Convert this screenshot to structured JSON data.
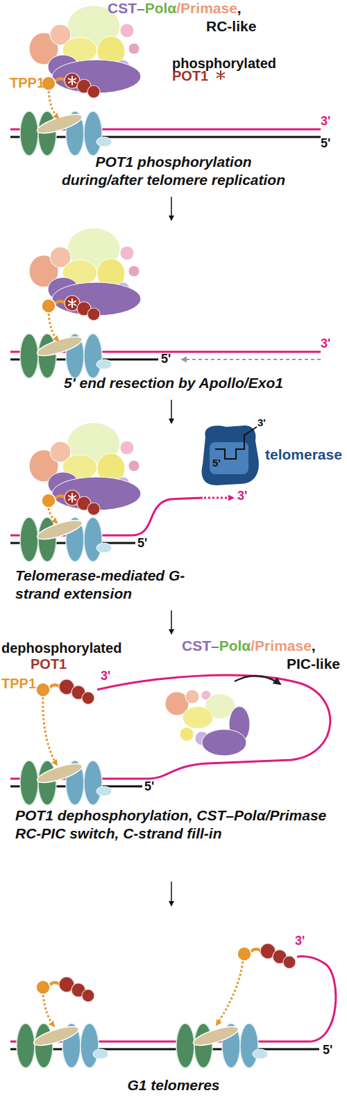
{
  "diagram": {
    "nodes": [
      {
        "text": [
          "3'",
          "5'",
          "telomerase"
        ]
      }
    ],
    "labels": [
      "CST–",
      "Polα",
      "/Primase",
      ",",
      "RC-like",
      "TPP1",
      "phosphorylated",
      "POT1",
      "3'",
      "5'",
      "POT1 phosphorylation during/after telomere replication",
      "3'",
      "5'",
      "5' end resection by Apollo/Exo1",
      "3'",
      "5'",
      "Telomerase-mediated G-strand extension",
      "dephosphorylated",
      "POT1",
      "TPP1",
      "3'",
      "CST–",
      "Polα",
      "/Primase",
      ",",
      "PIC-like",
      "5'",
      "POT1 dephosphorylation, CST–Polα/Primase RC-PIC switch, C-strand fill-in",
      "3'",
      "5'",
      "G1 telomeres"
    ]
  }
}
